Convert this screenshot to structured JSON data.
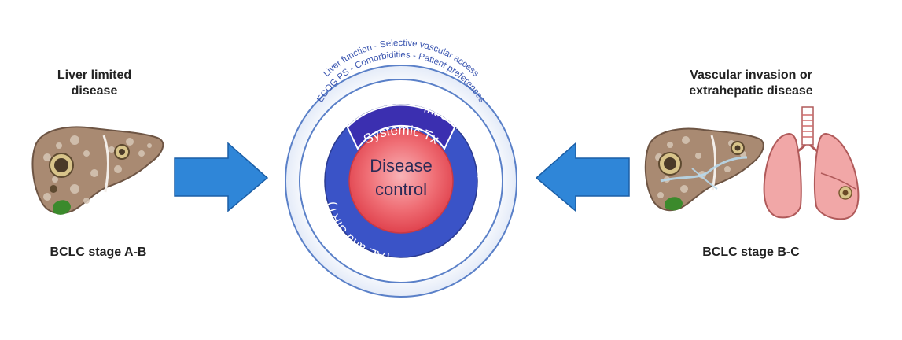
{
  "left_panel": {
    "title_line1": "Liver limited",
    "title_line2": "disease",
    "stage_label": "BCLC stage A-B"
  },
  "right_panel": {
    "title_line1": "Vascular invasion or",
    "title_line2": "extrahepatic disease",
    "stage_label": "BCLC stage B-C"
  },
  "center": {
    "outer_ring_line1": "Liver function - Selective vascular access",
    "outer_ring_line2": "ECOG PS - Comorbidities - Patient preferences",
    "systemic_label": "Systemic Tx",
    "intra_arterial_label": "Intra-arterial Tx (TACE, TAE and SIRT)",
    "core_line1": "Disease",
    "core_line2": "control"
  },
  "colors": {
    "ring_border": "#5a80c8",
    "blue_band": "#3a53c7",
    "systemic_band": "#3b2fb0",
    "core_red": "#e8505a",
    "arrow_blue": "#2f86d8",
    "liver": "#a98a72",
    "lung": "#f1a7a7"
  }
}
